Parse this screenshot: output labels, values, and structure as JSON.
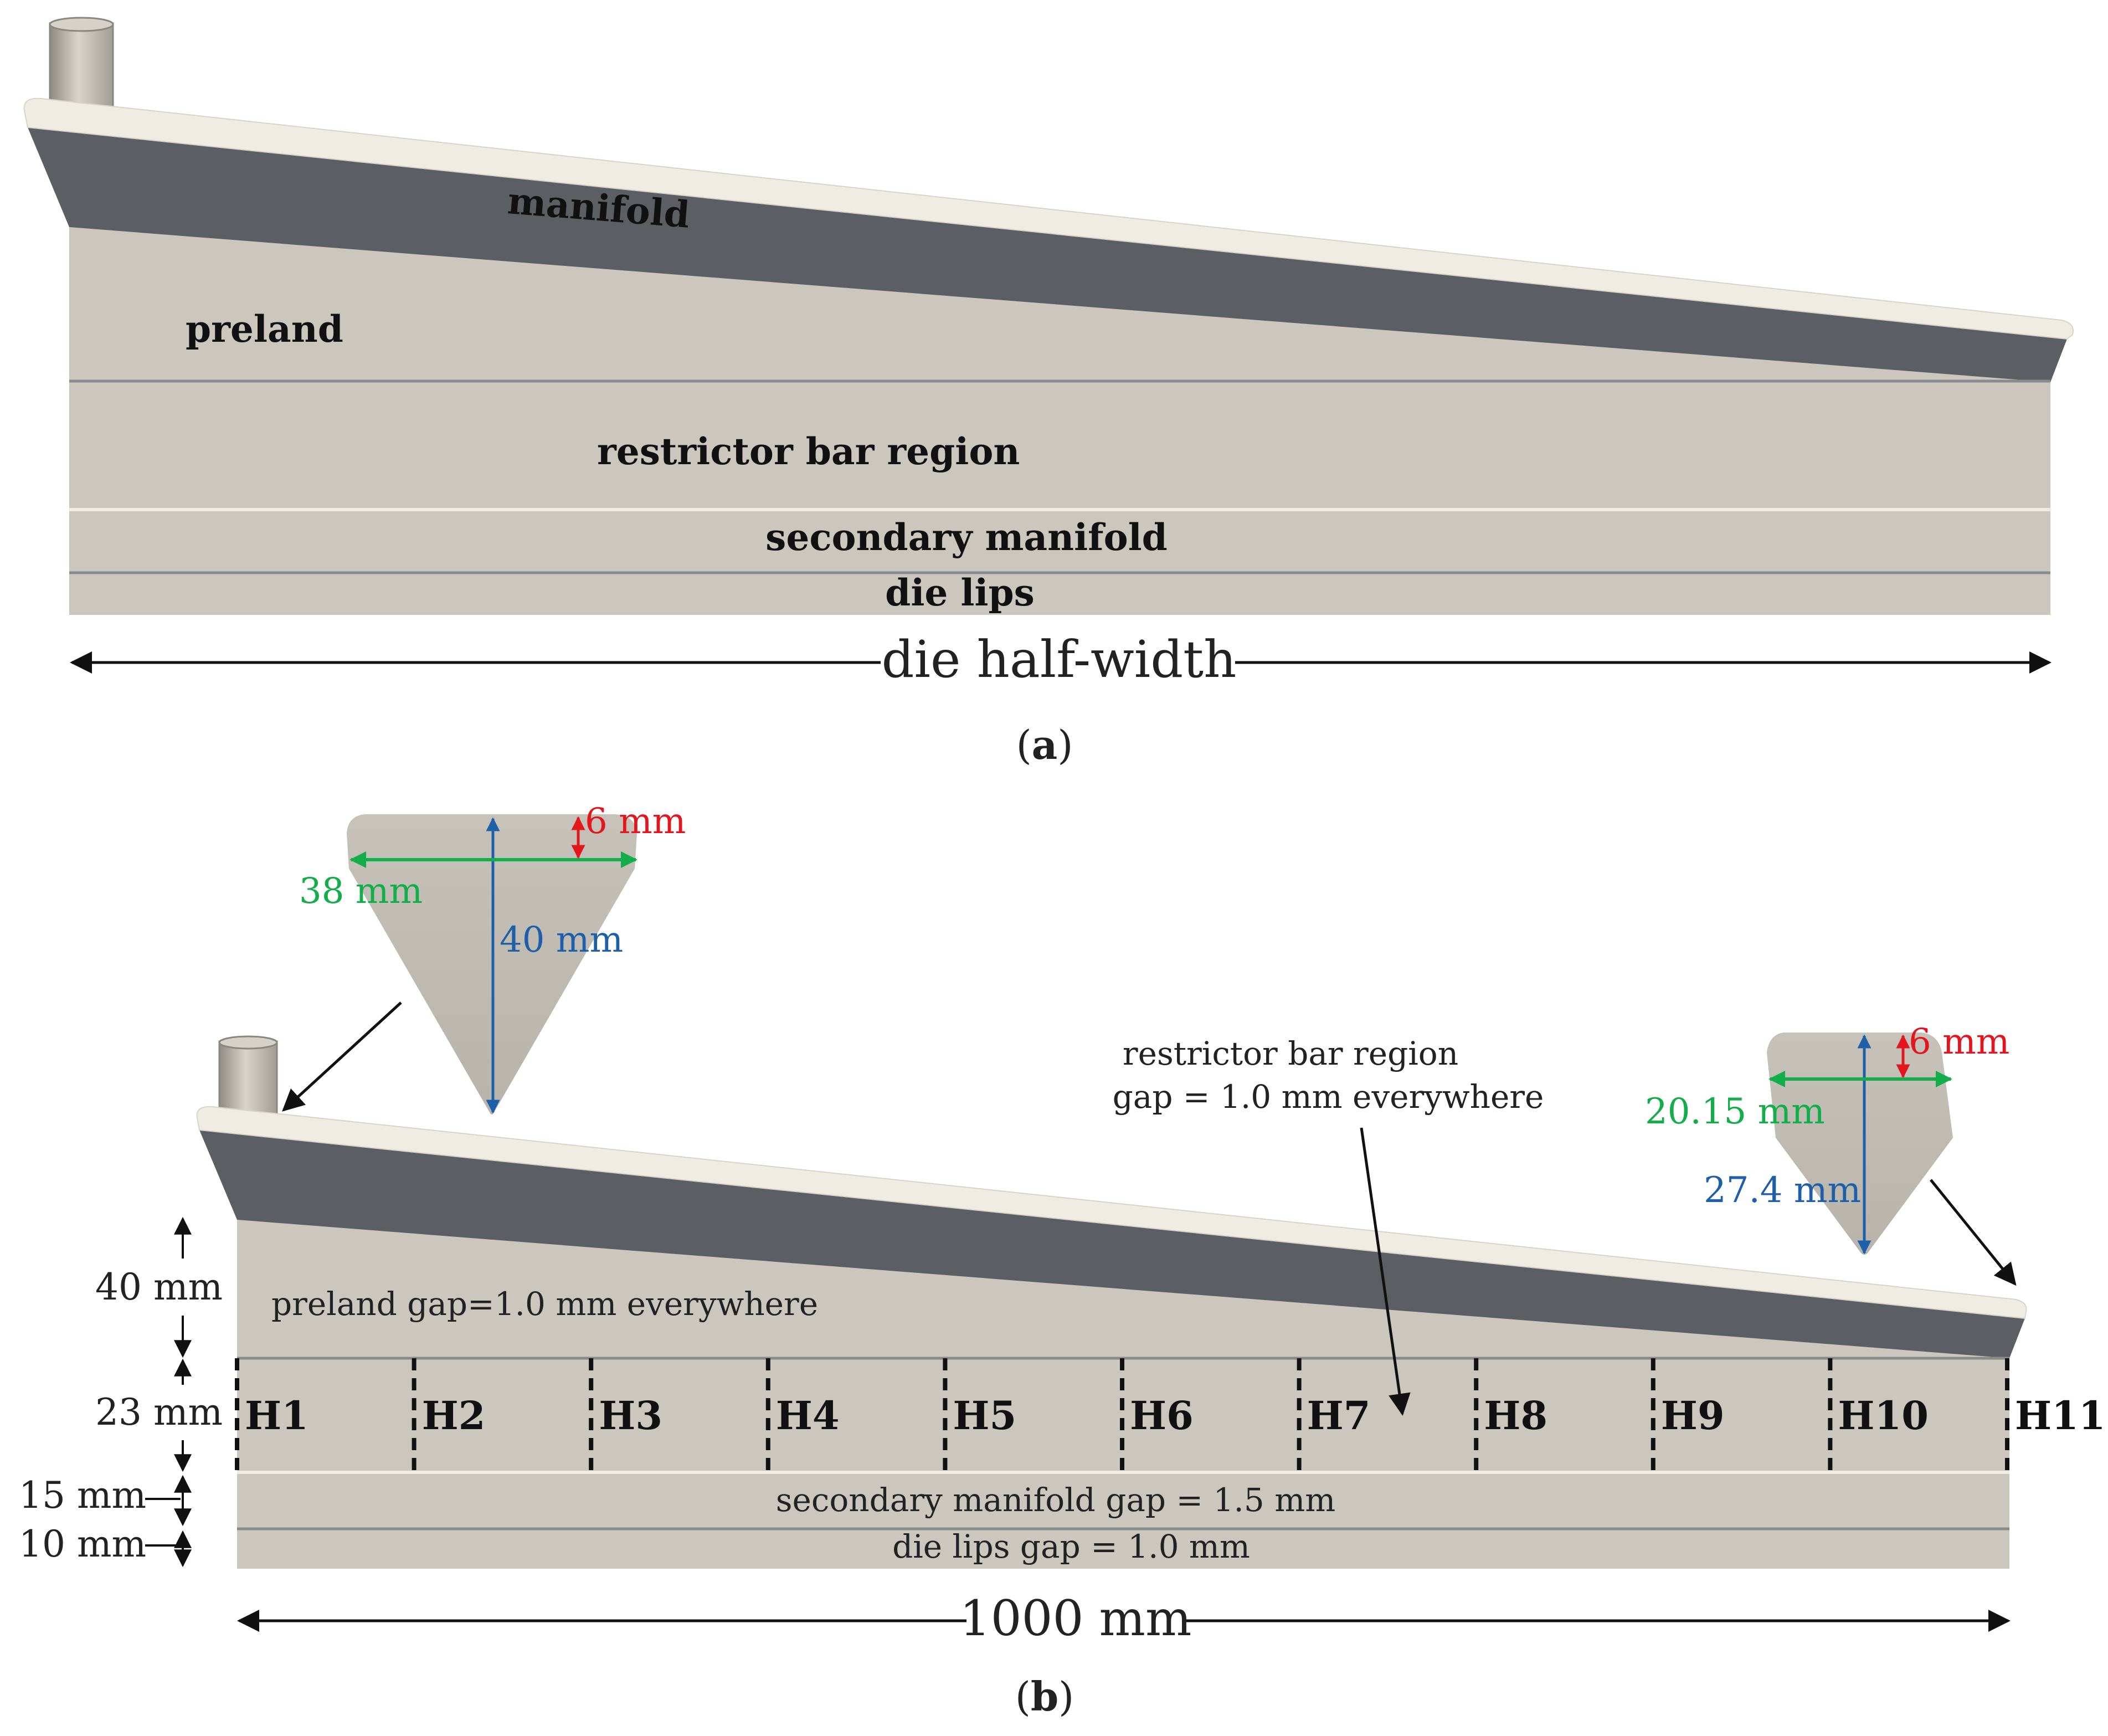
{
  "colors": {
    "body": "#cbc7bf",
    "manifold_dark": "#5b5e62",
    "manifold_highlight": "#efece4",
    "divider": "#8a8a8a",
    "secondary_divider": "#efece4",
    "black": "#111111",
    "blue": "#1f5fa8",
    "green": "#13ad4a",
    "red": "#e3161d",
    "pointer": "#111111"
  },
  "panel_a": {
    "caption_open": "(",
    "caption_letter": "a",
    "caption_close": ")",
    "labels": {
      "manifold": "manifold",
      "preland": "preland",
      "restrictor": "restrictor bar region",
      "secondary": "secondary manifold",
      "die_lips": "die lips"
    },
    "width_label": "die half-width"
  },
  "panel_b": {
    "caption_open": "(",
    "caption_letter": "b",
    "caption_close": ")",
    "width_label": "1000 mm",
    "preland_label": "preland gap=1.0 mm everywhere",
    "restrictor_label_line1": "restrictor bar region",
    "restrictor_label_line2": "gap = 1.0 mm everywhere",
    "secondary_label": "secondary manifold gap = 1.5 mm",
    "die_lips_label": "die lips gap = 1.0 mm",
    "dims": {
      "preland": "40 mm",
      "restrictor": "23 mm",
      "secondary": "15 mm",
      "die_lips": "10 mm"
    },
    "heaters": [
      "H1",
      "H2",
      "H3",
      "H4",
      "H5",
      "H6",
      "H7",
      "H8",
      "H9",
      "H10",
      "H11"
    ],
    "left_cross_section": {
      "width": "38 mm",
      "height": "40 mm",
      "top": "6 mm"
    },
    "right_cross_section": {
      "width": "20.15 mm",
      "height": "27.4 mm",
      "top": "6 mm"
    }
  }
}
